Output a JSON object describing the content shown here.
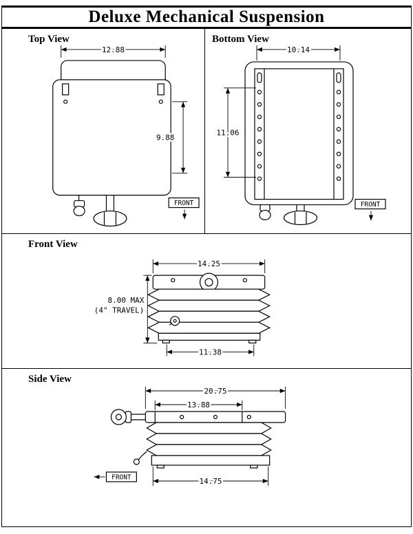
{
  "title": "Deluxe Mechanical Suspension",
  "views": {
    "top": {
      "label": "Top View",
      "dim_width": "12.88",
      "dim_height": "9.88",
      "front_label": "FRONT"
    },
    "bottom": {
      "label": "Bottom View",
      "dim_width": "10.14",
      "dim_height": "11.06",
      "front_label": "FRONT"
    },
    "front": {
      "label": "Front View",
      "dim_top_width": "14.25",
      "dim_height_line1": "8.00 MAX",
      "dim_height_line2": "(4\" TRAVEL)",
      "dim_bottom_width": "11.38"
    },
    "side": {
      "label": "Side View",
      "dim_overall_width": "20.75",
      "dim_inner_width": "13.88",
      "dim_base_width": "14.75",
      "front_label": "FRONT"
    }
  }
}
